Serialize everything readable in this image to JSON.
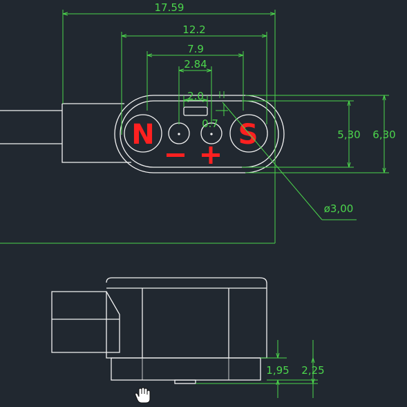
{
  "drawing": {
    "top_view": {
      "overall_width": "17.59",
      "magnet_span": "12.2",
      "pin_span": "7.9",
      "pin_pitch": "2.84",
      "slot_width": "2.0",
      "pin_offset": "0.7",
      "inner_height": "5,30",
      "outer_height": "6,30",
      "magnet_diameter": "ø3,00",
      "north_label": "N",
      "south_label": "S",
      "minus_label": "−",
      "plus_label": "+"
    },
    "side_view": {
      "base_height": "1,95",
      "total_height": "2,25"
    }
  },
  "colors": {
    "background": "#212830",
    "outline": "#f4f4f4",
    "dimension": "#4cd64c",
    "polarity": "#ff2020"
  },
  "cursor_icon": "hand-pointer-icon"
}
